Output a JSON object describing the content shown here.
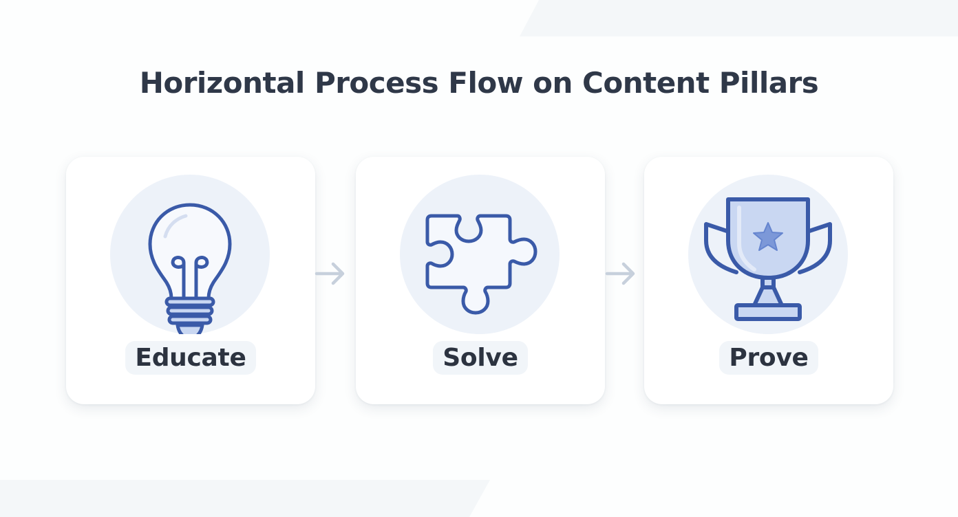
{
  "title": "Horizontal Process Flow on Content Pillars",
  "steps": [
    {
      "label": "Educate",
      "icon": "lightbulb-icon"
    },
    {
      "label": "Solve",
      "icon": "puzzle-piece-icon"
    },
    {
      "label": "Prove",
      "icon": "trophy-icon"
    }
  ],
  "colors": {
    "icon_stroke": "#3a5aa8",
    "icon_fill": "#c9d7f2",
    "circle_bg": "#edf2f9",
    "arrow": "#c7d0dc",
    "title_text": "#2f3848"
  }
}
